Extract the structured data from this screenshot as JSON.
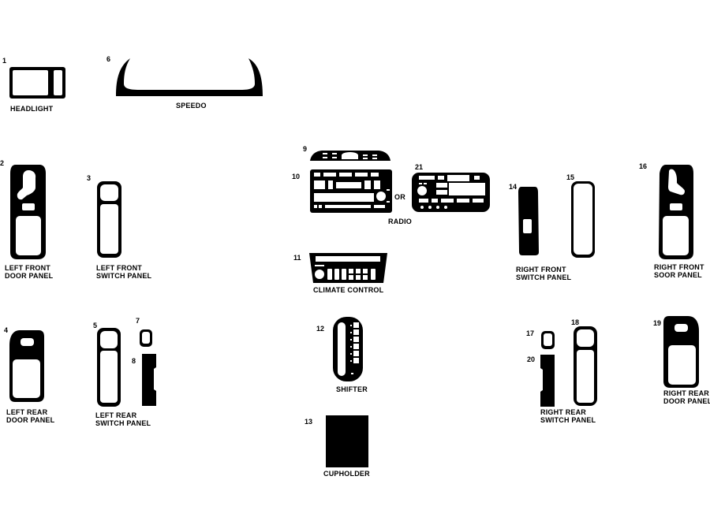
{
  "diagram": {
    "background": "#ffffff",
    "ink_color": "#000000",
    "parts": [
      {
        "id": "1",
        "number": "1",
        "label": "HEADLIGHT"
      },
      {
        "id": "2",
        "number": "2",
        "label_line1": "LEFT FRONT",
        "label_line2": "DOOR PANEL"
      },
      {
        "id": "3",
        "number": "3",
        "label_line1": "LEFT FRONT",
        "label_line2": "SWITCH PANEL"
      },
      {
        "id": "4",
        "number": "4",
        "label_line1": "LEFT REAR",
        "label_line2": "DOOR PANEL"
      },
      {
        "id": "5",
        "number": "5",
        "label_line1": "LEFT REAR",
        "label_line2": "SWITCH PANEL"
      },
      {
        "id": "6",
        "number": "6",
        "label": "SPEEDO"
      },
      {
        "id": "7",
        "number": "7"
      },
      {
        "id": "8",
        "number": "8"
      },
      {
        "id": "9",
        "number": "9"
      },
      {
        "id": "10",
        "number": "10",
        "or_text": "OR",
        "label": "RADIO"
      },
      {
        "id": "11",
        "number": "11",
        "label": "CLIMATE CONTROL"
      },
      {
        "id": "12",
        "number": "12",
        "label": "SHIFTER"
      },
      {
        "id": "13",
        "number": "13",
        "label": "CUPHOLDER"
      },
      {
        "id": "14",
        "number": "14",
        "label_line1": "RIGHT FRONT",
        "label_line2": "SWITCH PANEL"
      },
      {
        "id": "15",
        "number": "15"
      },
      {
        "id": "16",
        "number": "16",
        "label_line1": "RIGHT FRONT",
        "label_line2": "SOOR PANEL"
      },
      {
        "id": "17",
        "number": "17"
      },
      {
        "id": "18",
        "number": "18",
        "label_line1": "RIGHT REAR",
        "label_line2": "SWITCH PANEL"
      },
      {
        "id": "19",
        "number": "19",
        "label_line1": "RIGHT REAR",
        "label_line2": "DOOR PANEL"
      },
      {
        "id": "20",
        "number": "20"
      },
      {
        "id": "21",
        "number": "21"
      }
    ]
  }
}
